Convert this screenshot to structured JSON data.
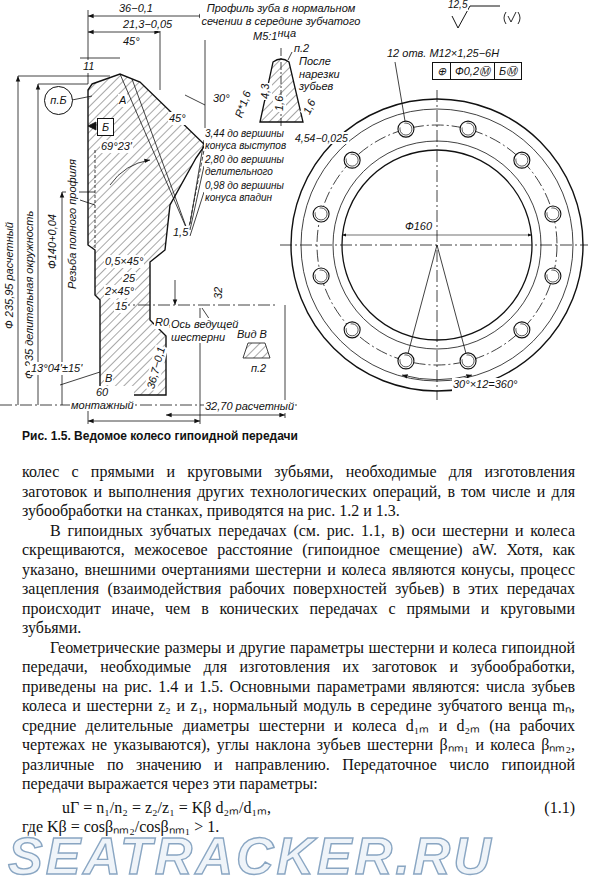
{
  "diagram": {
    "caption": "Рис. 1.5. Ведомое колесо гипоидной передачи",
    "nodes": [
      {
        "text": [
          "п.Б"
        ]
      },
      {
        "text": [
          "Б"
        ]
      },
      {
        "text": [
          "⊕",
          "Ф0,2Ⓜ",
          "БⓂ"
        ]
      }
    ],
    "labels": [
      "Профиль зуба в нормальном сечении в середине зубчатого венца",
      "М5:1",
      "12,5",
      "п.2",
      "После нарезки зубьев",
      "36−0,1",
      "21,3−0,05",
      "45°",
      "11",
      "30°",
      "45°",
      "R*1,6",
      "4,3",
      "1,6",
      "1,6",
      "3,44 до вершины конуса выступов",
      "2,80 до вершины делительного конуса",
      "0,98 до вершины конуса впадин",
      "4,54−0,025",
      "12 отв. М12×1,25−6Н",
      "Ф160",
      "30°×12=360°",
      "Ф 235,95 расчетный",
      "Ф 235 делительная окружность",
      "Ф140+0,04",
      "Резьба полного профиля",
      "69°23'",
      "1,5",
      "0,5×45°",
      "25",
      "2×45°",
      "15",
      "R0,5",
      "32",
      "Ось ведущей шестерни",
      "Вид В",
      "п.2",
      "13°04'±15'",
      "36,7−0,1",
      "В",
      "60 монтажный",
      "32,70 расчетный",
      "A",
      "колес с прямыми и круговыми зубьями, необходимые для изготовления заготовок и выполнения других технологических операций, в том числе и для зубообработки на станках, приводятся на рис. 1.2 и 1.3.",
      "В гипоидных зубчатых передачах (см. рис. 1.1, в) оси шестерни и колеса скрещиваются, межосевое расстояние (гипоидное смещение) aW. Хотя, как указано, внешними очертаниями шестерни и колеса являются конусы, процесс зацепления (взаимодействия рабочих поверхностей зубьев) в этих передачах происходит иначе, чем в конических передачах с прямыми и круговыми зубьями.",
      "Геометрические размеры и другие параметры шестерни и колеса гипоидной передачи, необходимые для изготовления их заготовок и зубообработки, приведены на рис. 1.4 и 1.5. Основными параметрами являются: числа зубьев колеса и шестерни z₂ и z₁, нормальный модуль в середине зубчатого венца mₙ, средние делительные диаметры шестерни и колеса d₁ₘ и d₂ₘ (на рабочих чертежах не указываются), углы наклона зубьев шестерни βₙₘ₁ и колеса βₙₘ₂, различные по значению и направлению. Передаточное число гипоидной передачи выражается через эти параметры:",
      "uГ = n₁/n₂ = z₂/z₁ = Kβ d₂ₘ/d₁ₘ,",
      "(1.1)",
      "где Kβ = cosβₙₘ₂/cosβₙₘ₁ > 1.",
      "SEATRACKER.RU"
    ]
  }
}
